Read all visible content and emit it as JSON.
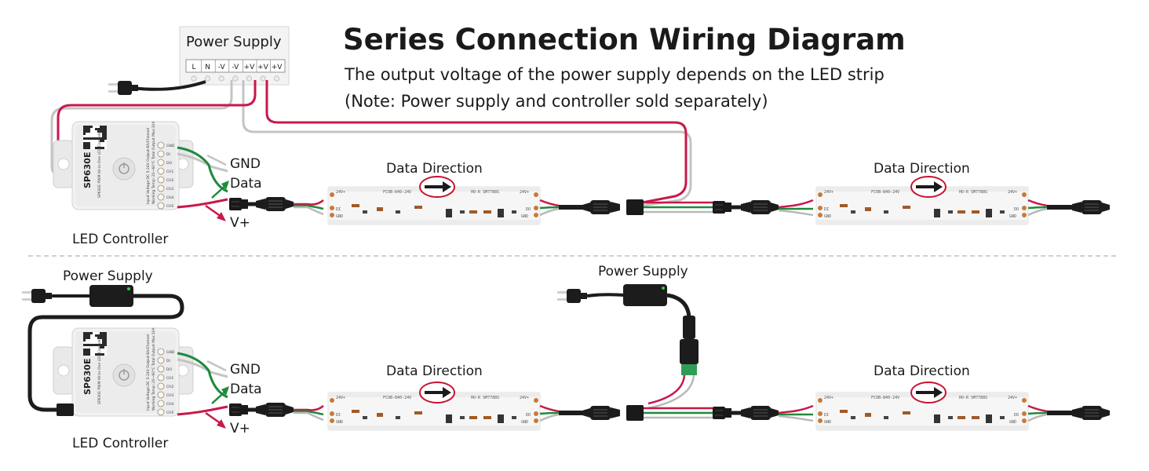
{
  "title": "Series Connection Wiring Diagram",
  "subtitle_1": "The output voltage of the power supply depends on the LED strip",
  "subtitle_2": "(Note: Power supply and controller sold separately)",
  "power_supply_label": "Power Supply",
  "ps_terminals": [
    "L",
    "N",
    "-V",
    "-V",
    "+V",
    "+V",
    "+V"
  ],
  "controller_label": "LED Controller",
  "controller_model": "SP630E",
  "controller_fine_1": "SP630E PWM All-in-One LED Controller",
  "controller_fine_2": "Input Voltage:DC 5-24V   Output:6A/Channel",
  "controller_fine_3": "Working Temp:-20~60°C   Total Output Max:10A",
  "controller_pins": [
    "GND",
    "DI",
    "DO",
    "CH1",
    "CH2",
    "CH3",
    "CH4",
    "CH5"
  ],
  "wire_gnd_label": "GND",
  "wire_data_label": "Data",
  "wire_vplus_label": "V+",
  "data_direction_label": "Data Direction",
  "strip_pad_vplus": "24V+",
  "strip_pad_di": "DI",
  "strip_pad_do": "DO",
  "strip_pad_gnd": "GND",
  "strip_print": "FCOB-840-24V",
  "strip_ic": "HO-R    SM7788S",
  "colors": {
    "text": "#1a1a1a",
    "vplus_wire": "#c8184a",
    "data_wire": "#1e8a3c",
    "gnd_wire": "#b9b9b9",
    "cable": "#1c1c1c",
    "pad": "#c87a3a",
    "ellipse": "#c8102e",
    "divider": "#bfbfbf"
  },
  "icons": [
    "plug-icon",
    "connector-icon",
    "arrow-right-icon",
    "power-button-icon",
    "qr-code-icon"
  ]
}
